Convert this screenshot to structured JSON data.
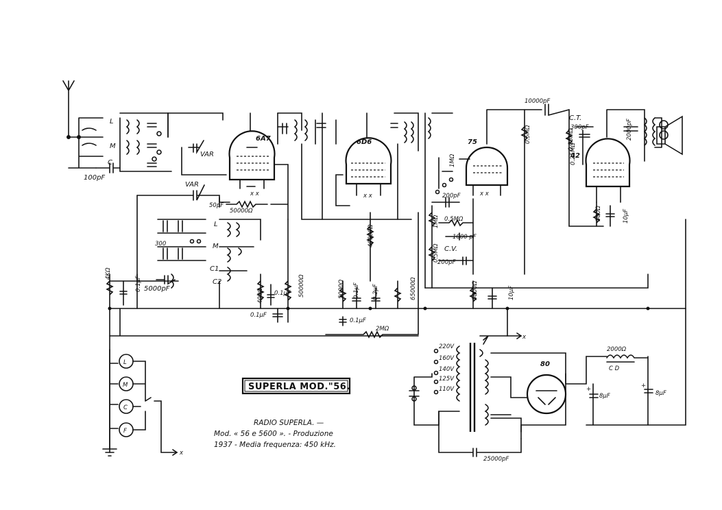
{
  "title_plate": "SUPERLA MOD.\"56.",
  "caption": {
    "line1": "RADIO SUPERLA. —",
    "line2": "Mod. « 56 e 5600 ». - Produzione",
    "line3": "1937 - Media frequenza: 450 kHz."
  },
  "tubes": {
    "t1": "6A7",
    "t2": "6D6",
    "t3": "75",
    "t4": "42",
    "t5": "80"
  },
  "components": {
    "c_antenna": "100pF",
    "var1": "VAR",
    "var2": "VAR",
    "c_50": "50pF",
    "r_50000": "50000Ω",
    "c_5000": "5000pF",
    "r_400": "400Ω",
    "c_01": "0.1μF",
    "r_50000b": "50000Ω",
    "c_01b": "0.1μF",
    "r_40000": "40000Ω",
    "r_5000": "5000Ω",
    "c_01c": "0.1μF",
    "c_02": "0.2μF",
    "r_65000": "65000Ω",
    "c_01d": "0.1μF",
    "r_2m": "2MΩ",
    "r_1m": "1MΩ",
    "c_200a": "200pF",
    "r_05m": "0.5MΩ",
    "c_1000": "1000 pF",
    "cv": "C.V.",
    "c_200b": "200pF",
    "r_05m2": "0.5MΩ",
    "r_05m3": "0.5MΩ",
    "r_5000b": "5000Ω",
    "c_10": "10μF",
    "c_10000": "10000pF",
    "r_025a": "0.25MΩ",
    "r_025b": "0.25MΩ",
    "ct": "C.T.",
    "c_300": "300pF",
    "c_2000": "2000pF",
    "r_500": "500Ω",
    "c_10b": "10μF",
    "r_4k": "4KΩ",
    "c_01e": "0.1μF",
    "r_2000": "2000Ω",
    "cd": "C   D",
    "c_8a": "8μF",
    "c_8b": "8μF",
    "c_25000": "25000pF",
    "x_out": "x",
    "x_out2": "x",
    "x_out3": "x"
  },
  "band_labels": {
    "L": "L",
    "M": "M",
    "C": "C",
    "L2": "L",
    "M2": "M",
    "C2": "C1",
    "C3": "C2"
  },
  "switch_labels": {
    "s1": "L",
    "s2": "M",
    "s3": "C",
    "s4": "F"
  },
  "voltages": [
    "220V",
    "160V",
    "140V",
    "125V",
    "110V"
  ]
}
